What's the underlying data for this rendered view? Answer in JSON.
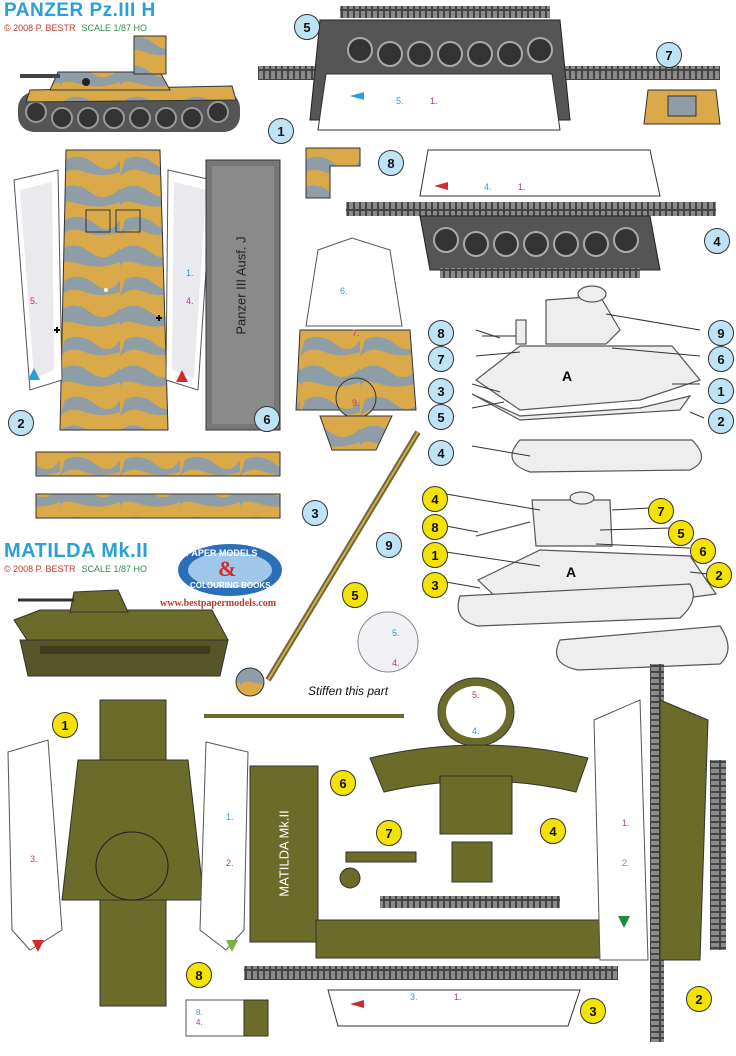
{
  "panzer": {
    "title": "PANZER Pz.III H",
    "credit": "© 2008 P. BESTR",
    "scale": "SCALE 1/87 HO",
    "side_label": "Panzer III Ausf. J"
  },
  "matilda": {
    "title": "MATILDA Mk.II",
    "credit": "© 2008 P. BESTR",
    "scale": "SCALE 1/87 HO",
    "side_label": "MATILDA Mk.II"
  },
  "logo": {
    "line1": "PAPER MODELS",
    "line2": "COLOURING BOOKS",
    "amp": "&",
    "website": "www.bestpapermodels.com"
  },
  "note": "Stiffen this part",
  "assembly": {
    "part_A": "A",
    "panzer_callouts": [
      "8",
      "9",
      "7",
      "6",
      "3",
      "1",
      "5",
      "2",
      "4"
    ],
    "matilda_callouts": [
      "4",
      "7",
      "8",
      "5",
      "1",
      "6",
      "3",
      "2"
    ]
  },
  "panzer_part_numbers": [
    "1",
    "2",
    "3",
    "4",
    "5",
    "6",
    "7",
    "8",
    "9"
  ],
  "matilda_part_numbers": [
    "1",
    "2",
    "3",
    "4",
    "5",
    "6",
    "7",
    "8"
  ],
  "small_labels": {
    "n1": "1.",
    "n2": "2.",
    "n3": "3.",
    "n4": "4.",
    "n5": "5.",
    "n6": "6.",
    "n7": "7.",
    "n8": "8.",
    "n9": "9."
  },
  "colors": {
    "title_blue": "#2a9fd8",
    "callout_blue": "#bfe3f6",
    "callout_yellow": "#f4e200",
    "camo_sand": "#d9a94a",
    "camo_grey": "#8f9ea6",
    "olive": "#6b6b2a",
    "dark_grey": "#555555",
    "arrow_red": "#d12b2b"
  }
}
